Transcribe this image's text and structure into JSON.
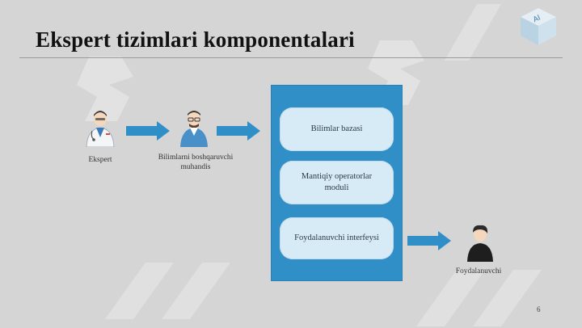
{
  "slide": {
    "title": "Ekspert tizimlari komponentalari",
    "page_number": "6"
  },
  "actors": {
    "expert": "Ekspert",
    "engineer": "Bilimlarni boshqaruvchi muhandis",
    "user": "Foydalanuvchi"
  },
  "system": {
    "modules": [
      {
        "label": "Bilimlar bazasi"
      },
      {
        "label": "Mantiqiy operatorlar moduli"
      },
      {
        "label": "Foydalanuvchi interfeysi"
      }
    ]
  },
  "colors": {
    "panel": "#2f8fc6",
    "module": "#d7ebf6",
    "arrow": "#2f8fc6",
    "background": "#d5d5d5"
  }
}
